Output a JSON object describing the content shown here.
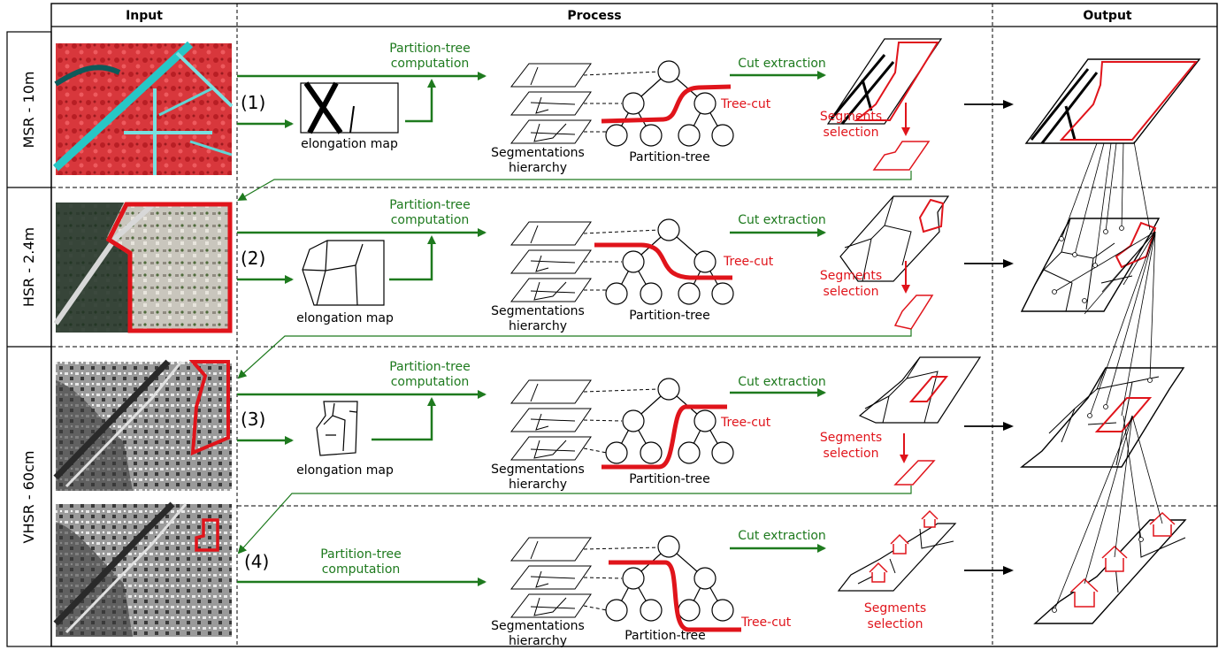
{
  "headers": {
    "input": "Input",
    "process": "Process",
    "output": "Output"
  },
  "row_labels": [
    "MSR - 10m",
    "HSR - 2.4m",
    "VHSR - 60cm"
  ],
  "colors": {
    "green": "#1e7a1e",
    "red": "#e0141b",
    "black": "#000000"
  },
  "steps": [
    {
      "number": "(1)",
      "partition_label": [
        "Partition-tree",
        "computation"
      ],
      "elongation": "elongation map",
      "hierarchy": [
        "Segmentations",
        "hierarchy"
      ],
      "tree": "Partition-tree",
      "tree_cut": "Tree-cut",
      "cut": "Cut extraction",
      "selection": [
        "Segments",
        "selection"
      ]
    },
    {
      "number": "(2)",
      "partition_label": [
        "Partition-tree",
        "computation"
      ],
      "elongation": "elongation map",
      "hierarchy": [
        "Segmentations",
        "hierarchy"
      ],
      "tree": "Partition-tree",
      "tree_cut": "Tree-cut",
      "cut": "Cut extraction",
      "selection": [
        "Segments",
        "selection"
      ]
    },
    {
      "number": "(3)",
      "partition_label": [
        "Partition-tree",
        "computation"
      ],
      "elongation": "elongation map",
      "hierarchy": [
        "Segmentations",
        "hierarchy"
      ],
      "tree": "Partition-tree",
      "tree_cut": "Tree-cut",
      "cut": "Cut extraction",
      "selection": [
        "Segments",
        "selection"
      ]
    },
    {
      "number": "(4)",
      "partition_label": [
        "Partition-tree",
        "computation"
      ],
      "elongation": "",
      "hierarchy": [
        "Segmentations",
        "hierarchy"
      ],
      "tree": "Partition-tree",
      "tree_cut": "Tree-cut",
      "cut": "Cut extraction",
      "selection": [
        "Segments",
        "selection"
      ]
    }
  ]
}
